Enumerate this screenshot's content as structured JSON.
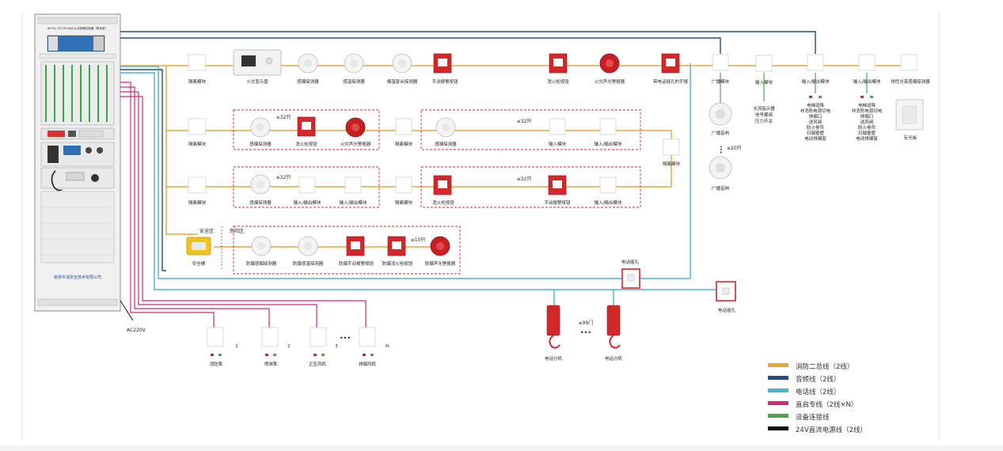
{
  "controller": {
    "top_label": "JB-TGL-TGT-9016(A)火灾报警控制器（联动型）",
    "company": "南京中消安全技术有限公司",
    "power_label": "AC220V"
  },
  "row1": {
    "items": [
      "隔离模块",
      "火灾显示盘",
      "感烟探测器",
      "感温探测器",
      "烟温复合探测器",
      "手动报警按钮",
      "消火栓按钮",
      "火灾声光警报器",
      "带电话插孔的手报",
      "广播模块",
      "输入模块",
      "输入/输出模块",
      "输入/输出模块",
      "线性光束感烟探测器"
    ]
  },
  "row2": {
    "items": [
      "隔离模块",
      "感烟探测器",
      "消火栓按钮",
      "火灾声光警报器",
      "隔离模块",
      "感烟探测器",
      "输入模块",
      "输入/输出模块",
      "隔离模块"
    ],
    "limit1": "≤32只",
    "limit2": "≤32只"
  },
  "row3": {
    "items": [
      "隔离模块",
      "感烟探测器",
      "输入/输出模块",
      "输入/输出模块",
      "隔离模块",
      "消火栓按钮",
      "手动报警按钮",
      "输入/输出模块"
    ],
    "limit1": "≤32只",
    "limit2": "≤32只"
  },
  "row4": {
    "safe_zone": "安全区",
    "danger_zone": "危险区",
    "barrier": "安全栅",
    "items": [
      "防爆感烟探测器",
      "防爆感温探测器",
      "防爆手动报警按钮",
      "防爆消火栓按钮",
      "防爆声光警报器"
    ],
    "limit": "≤10只"
  },
  "right": {
    "speaker1": "广播音响",
    "speaker2": "广播音响",
    "speaker_limit": "≤20只",
    "input_targets": [
      "水流指示器",
      "信号蝶阀",
      "压力开关"
    ],
    "io_targets": [
      "电梯迫降",
      "非消防电源切电",
      "排烟口",
      "送风阀",
      "防火卷帘",
      "扫烟垂壁",
      "电动排烟窗"
    ],
    "io_targets2": [
      "电梯迫降",
      "非消防电源切电",
      "排烟口",
      "送风阀",
      "防火卷帘",
      "扫烟垂壁",
      "电动排烟窗"
    ],
    "reflector": "反光板"
  },
  "phones": {
    "jack1": "电话插孔",
    "jack2": "电话插孔",
    "ext1": "电话分机",
    "ext2": "电话分机",
    "limit": "≤99门",
    "dots": "•••"
  },
  "direct": {
    "labels": [
      "消防泵",
      "喷淋泵",
      "正压风机",
      "排烟风机"
    ],
    "numbers": [
      "1",
      "2",
      "3",
      "N"
    ],
    "dots": "•••"
  },
  "legend": [
    {
      "label": "消防二总线（2线）",
      "color": "#e8a53a"
    },
    {
      "label": "音频线（2线）",
      "color": "#1f4e8c"
    },
    {
      "label": "电话线（2线）",
      "color": "#4ab3cf"
    },
    {
      "label": "直启专线（2线×N）",
      "color": "#d6297a"
    },
    {
      "label": "设备连接线",
      "color": "#4aa84a"
    },
    {
      "label": "24V直流电源线（2线）",
      "color": "#111111"
    }
  ]
}
